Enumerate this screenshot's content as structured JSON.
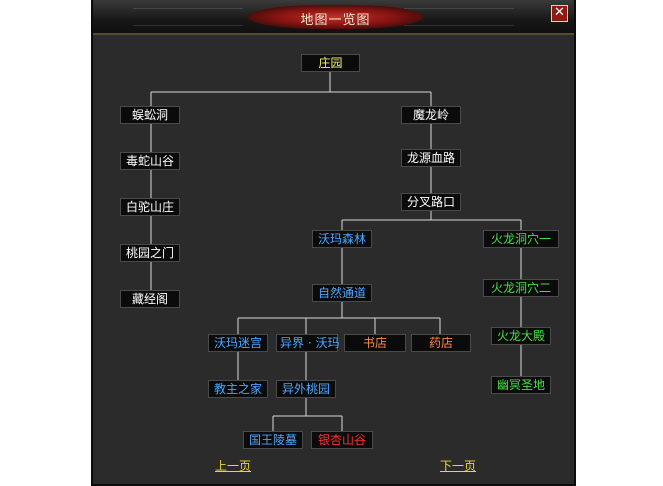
{
  "window": {
    "title": "地图一览图",
    "close_icon_glyph": "✕"
  },
  "nodes": {
    "zhuangyuan": "庄园",
    "wugong": "蜈蚣洞",
    "dushe": "毒蛇山谷",
    "bailuo": "白驼山庄",
    "taoyuan": "桃园之门",
    "cangjing": "藏经阁",
    "molong": "魔龙岭",
    "longyuan": "龙源血路",
    "fencha": "分叉路口",
    "woma": "沃玛森林",
    "huolong1": "火龙洞穴一",
    "ziran": "自然通道",
    "huolong2": "火龙洞穴二",
    "womamigong": "沃玛迷宫",
    "yijie": "异界 · 沃玛",
    "shudian": "书店",
    "yaodian": "药店",
    "huolongdadian": "火龙大殿",
    "jiaozhu": "教主之家",
    "yiwai": "异外桃园",
    "youming": "幽冥圣地",
    "guowang": "国王陵墓",
    "yinxing": "银杏山谷"
  },
  "pager": {
    "prev": "上一页",
    "next": "下一页"
  },
  "colors": {
    "start": "#f5f070",
    "normal": "#ffffff",
    "woma_zone": "#4da6ff",
    "fire_zone": "#46e046",
    "shop": "#ff8a4a",
    "danger": "#ff3030"
  }
}
